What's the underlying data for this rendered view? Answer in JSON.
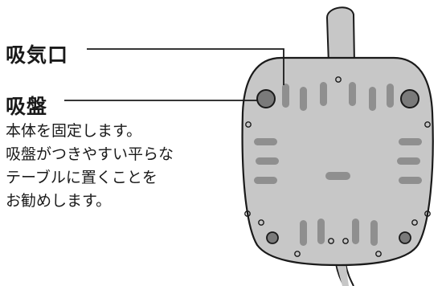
{
  "labels": {
    "intake": "吸気口",
    "suction_cup": "吸盤"
  },
  "description": {
    "lines": [
      "本体を固定します。",
      "吸盤がつきやすい平らな",
      "テーブルに置くことを",
      "お勧めします。"
    ]
  },
  "colors": {
    "body_fill": "#c7c7c7",
    "slot_fill": "#8f8f8f",
    "cup_fill": "#7a7a7a",
    "outline": "#1a1a1a"
  }
}
